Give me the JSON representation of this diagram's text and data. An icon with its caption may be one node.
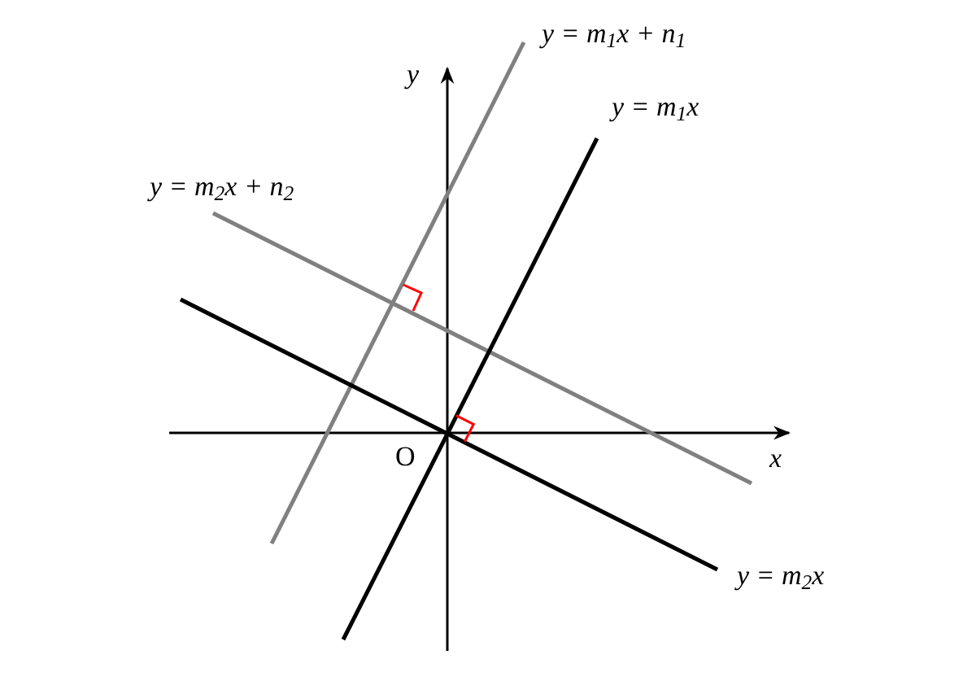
{
  "diagram": {
    "labels": [
      "y = m$_{1}$x + n$_{1}$",
      "y",
      "y = m$_{1}$x",
      "y = m$_{2}$x + n$_{2}$",
      "O",
      "x",
      "y = m$_{2}$x"
    ]
  }
}
